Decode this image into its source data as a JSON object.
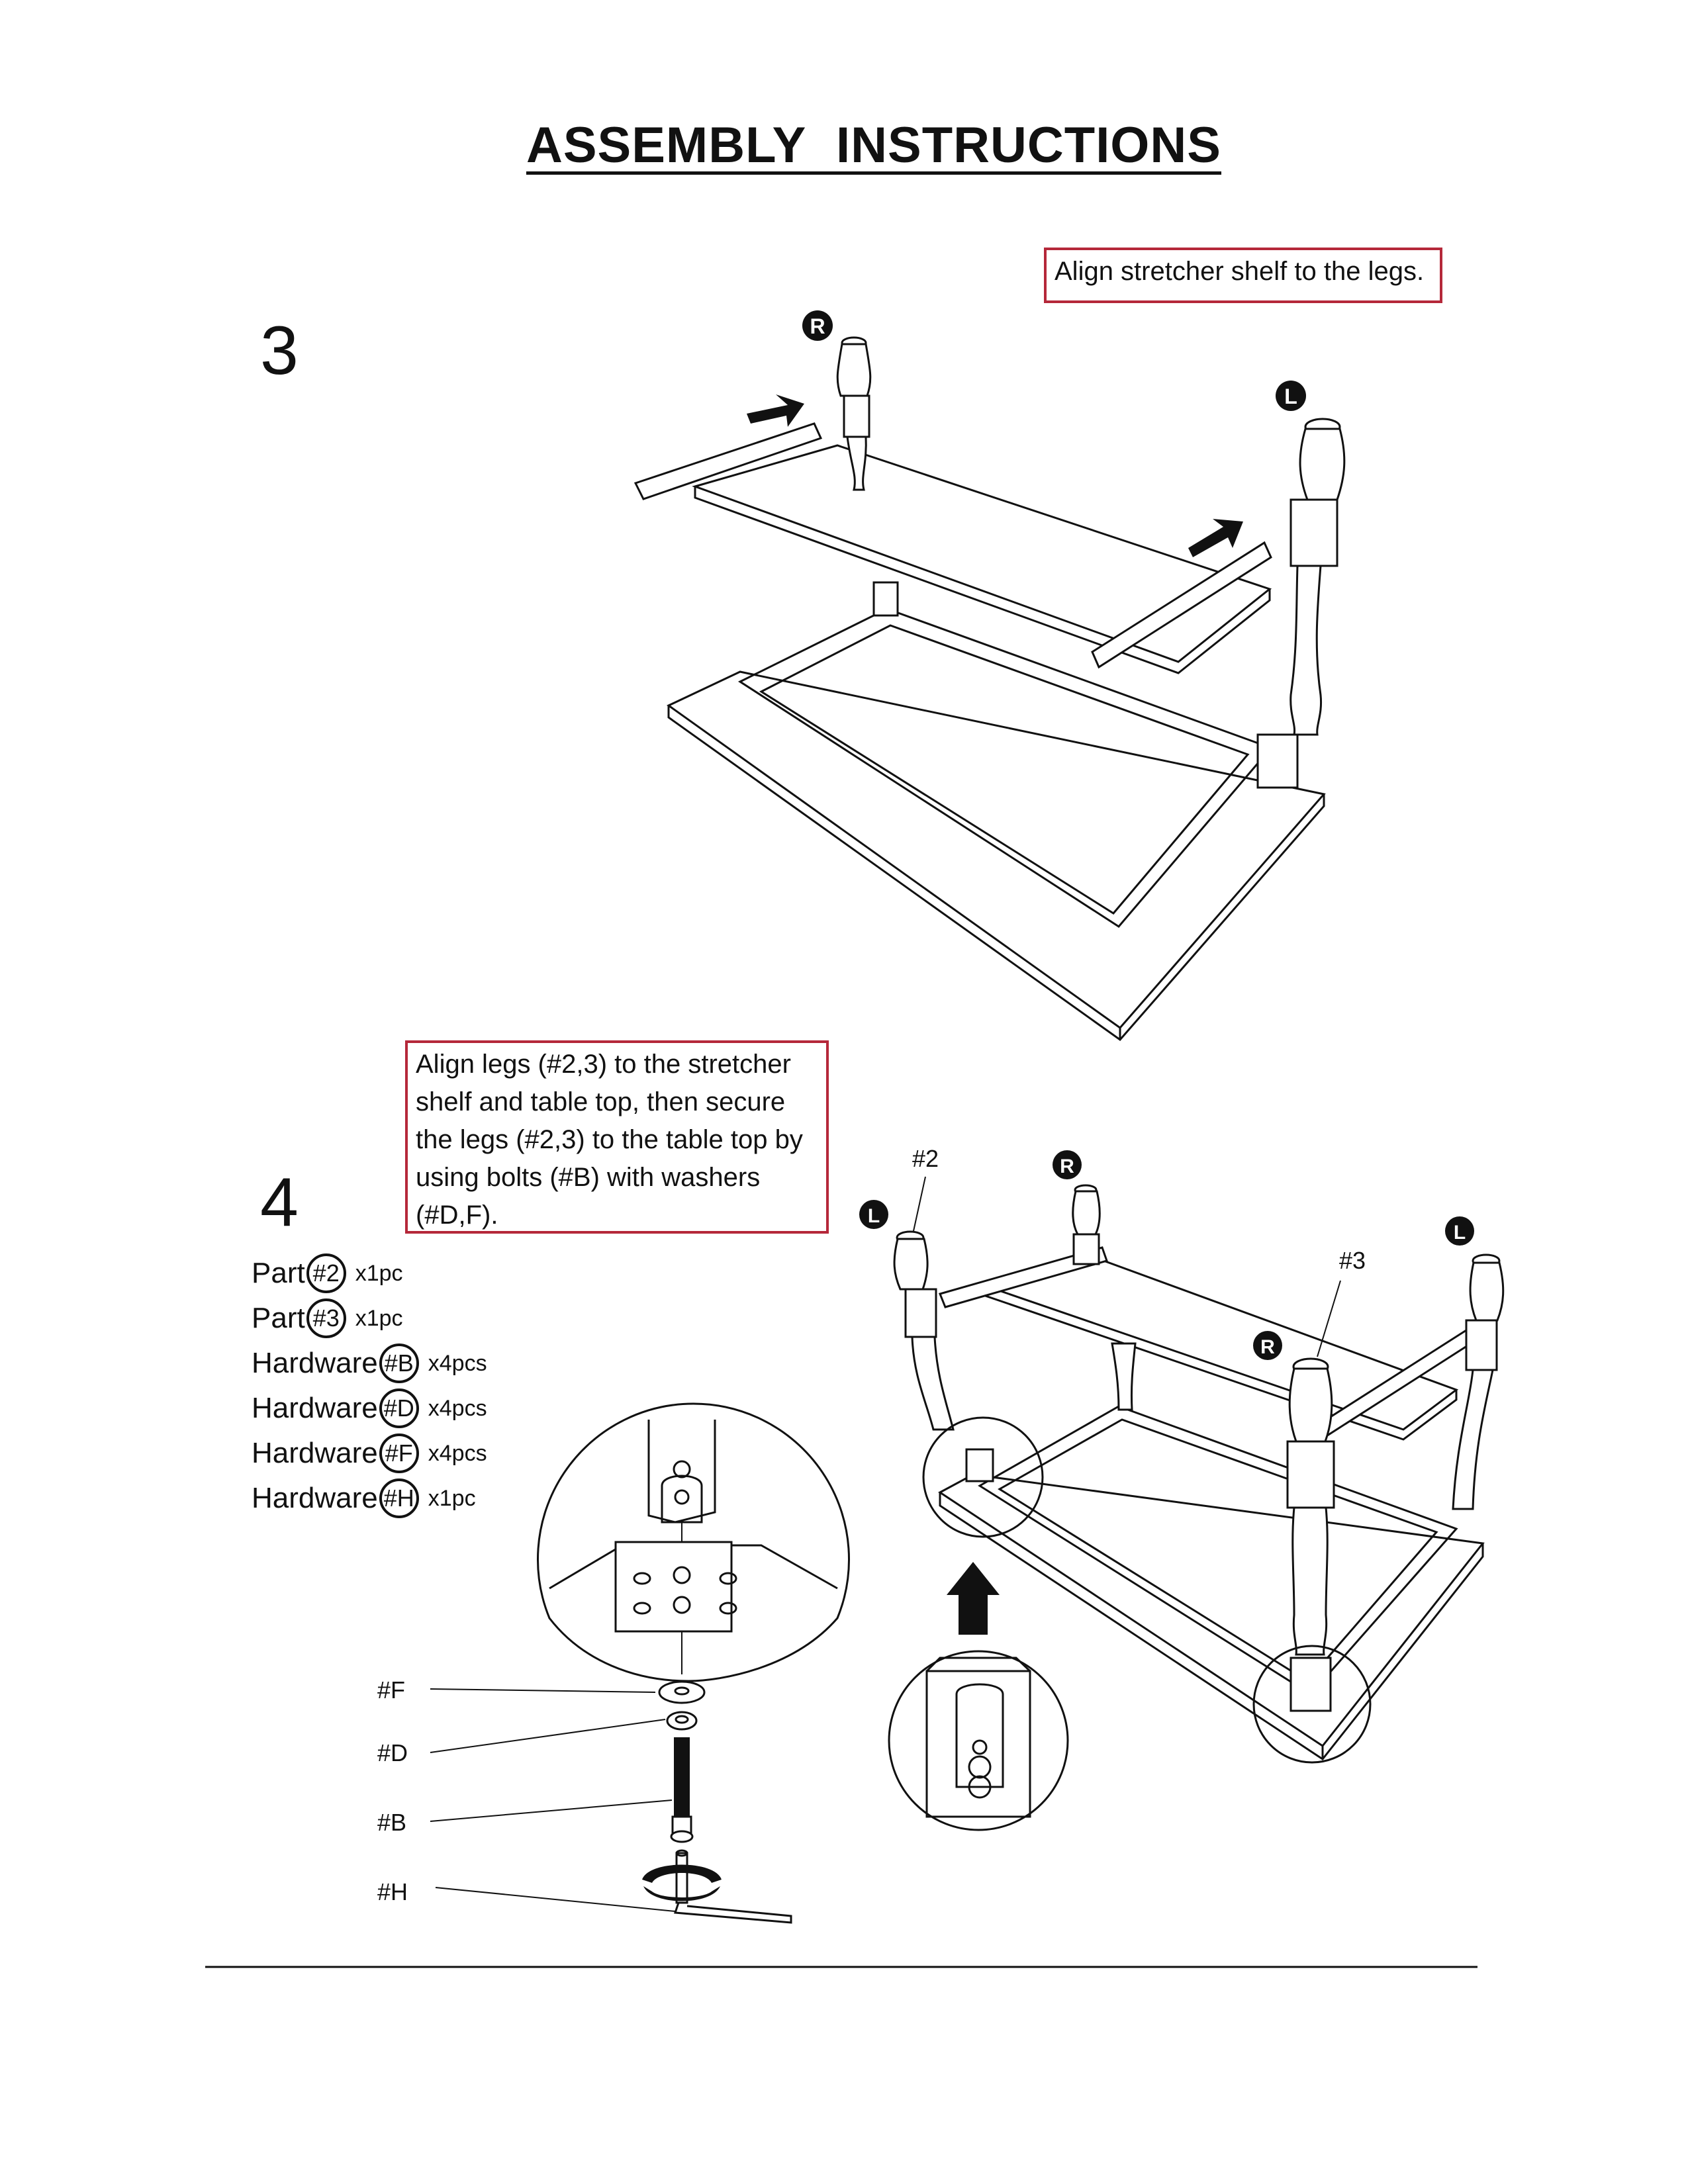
{
  "title": "ASSEMBLY  INSTRUCTIONS",
  "step3": {
    "number": "3",
    "note": "Align stretcher shelf to the legs.",
    "leg_labels": [
      "R",
      "L"
    ]
  },
  "step4": {
    "number": "4",
    "note": "Align legs (#2,3) to the stretcher shelf and table top, then secure the legs (#2,3) to the table top by using bolts (#B) with washers (#D,F).",
    "parts": [
      {
        "kind": "Part",
        "id": "#2",
        "qty": "x1pc"
      },
      {
        "kind": "Part",
        "id": "#3",
        "qty": "x1pc"
      },
      {
        "kind": "Hardware",
        "id": "#B",
        "qty": "x4pcs"
      },
      {
        "kind": "Hardware",
        "id": "#D",
        "qty": "x4pcs"
      },
      {
        "kind": "Hardware",
        "id": "#F",
        "qty": "x4pcs"
      },
      {
        "kind": "Hardware",
        "id": "#H",
        "qty": "x1pc"
      }
    ],
    "hardware_callouts": [
      "#F",
      "#D",
      "#B",
      "#H"
    ],
    "leg_callouts": [
      "#2",
      "#3"
    ],
    "leg_labels": [
      "L",
      "R",
      "L",
      "R"
    ]
  }
}
